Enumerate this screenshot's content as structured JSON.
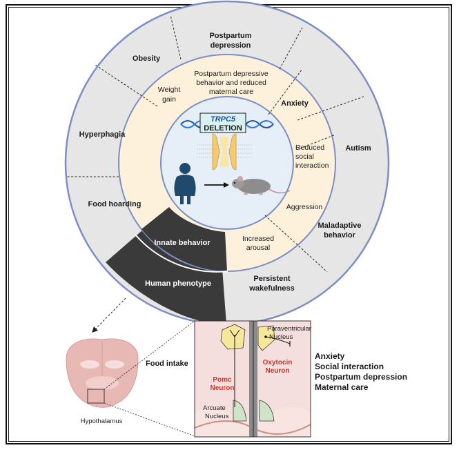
{
  "outer_ring": {
    "obesity": "Obesity",
    "postpartum_depression": [
      "Postpartum",
      "depression"
    ],
    "hyperphagia": "Hyperphagia",
    "autism": "Autism",
    "food_hoarding": "Food hoarding",
    "maladaptive_behavior": [
      "Maladaptive",
      "behavior"
    ],
    "persistent_wakefulness": [
      "Persistent",
      "wakefulness"
    ],
    "human_phenotype": "Human phenotype"
  },
  "middle_ring": {
    "weight_gain": [
      "Weight",
      "gain"
    ],
    "postpartum_depressive_behavior": [
      "Postpartum depressive",
      "behavior and reduced",
      "maternal care"
    ],
    "anxiety": "Anxiety",
    "reduced_social_interaction": [
      "Reduced",
      "social",
      "interaction"
    ],
    "aggression": "Aggression",
    "increased_arousal": [
      "Increased",
      "arousal"
    ],
    "innate_behavior": "Innate behavior"
  },
  "center": {
    "gene": "TRPC5",
    "deletion": "DELETION"
  },
  "brain": {
    "food_intake": "Food intake",
    "hypothalamus": "Hypothalamus",
    "pomc_neuron": [
      "Pomc",
      "Neuron"
    ],
    "oxytocin_neuron": [
      "Oxytocin",
      "Neuron"
    ],
    "paraventricular_nucleus": [
      "Paraventricular",
      "Nucleus"
    ],
    "arcuate_nucleus": [
      "Arcuate",
      "Nucleus"
    ]
  },
  "outcomes": [
    "Anxiety",
    "Social interaction",
    "Postpartum depression",
    "Maternal care"
  ],
  "colors": {
    "outer_ring": "#e6e6e6",
    "middle_ring": "#fdf1dc",
    "core": "#e6eef8",
    "ring_border": "#7b8fc4",
    "dark_sector": "#3a3a3a",
    "pomc_red": "#c0392b",
    "nucleus_yellow": "#f7e79a",
    "nucleus_green": "#cfe3c6",
    "panel_pink": "#f5dede"
  }
}
